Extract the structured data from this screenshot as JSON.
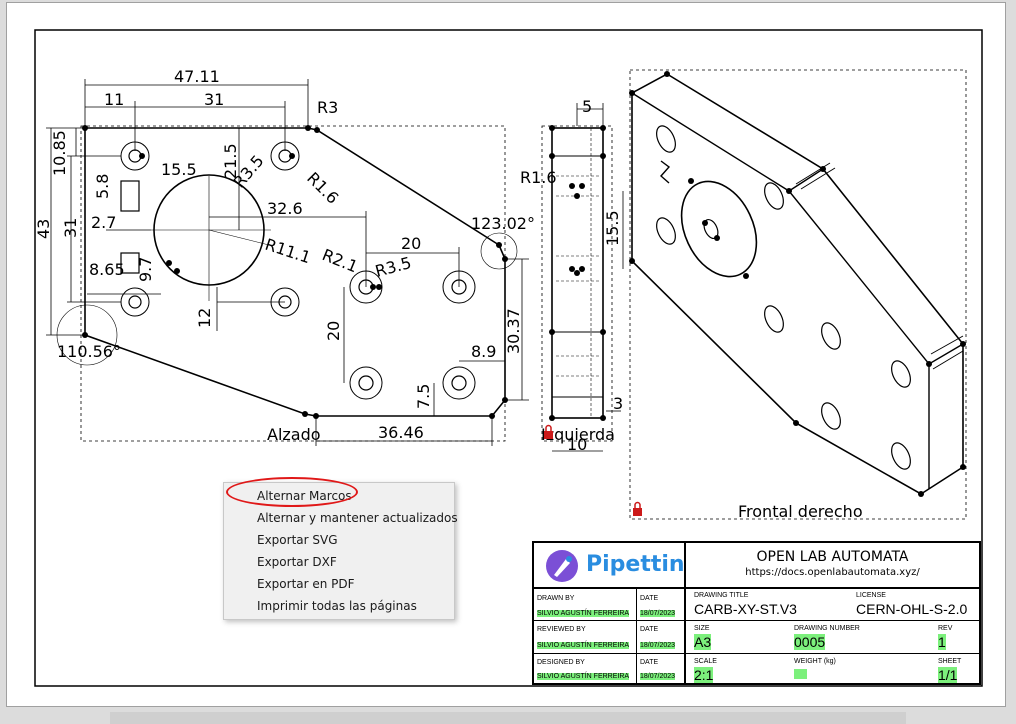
{
  "colors": {
    "menu_bg": "#f0f0f0",
    "annotation": "#e01818",
    "editable_field": "#7cf07c",
    "logo_purple": "#7b4fd6",
    "logo_blue": "#2a8de0"
  },
  "dimensions": {
    "d47_11": "47.11",
    "d11": "11",
    "d31_top": "31",
    "r3": "R3",
    "d10_85": "10.85",
    "d15_5": "15.5",
    "d21_5": "21.5",
    "r3_5_a": "R3.5",
    "r1_6_a": "R1.6",
    "d43": "43",
    "d31_left": "31",
    "d5_8": "5.8",
    "d2_7": "2.7",
    "d32_6": "32.6",
    "r11_1": "R11.1",
    "d123_02": "123.02°",
    "d20_a": "20",
    "r2_1": "R2.1",
    "r3_5_b": "R3.5",
    "d8_65": "8.65",
    "d9_7": "9.7",
    "d12": "12",
    "d20_b": "20",
    "d110_56": "110.56°",
    "d30_37": "30.37",
    "d8_9": "8.9",
    "d7_5": "7.5",
    "d36_46": "36.46",
    "d5_side": "5",
    "r1_6_side": "R1.6",
    "d15_5_side": "15.5",
    "d3_side": "3",
    "d10_side": "10"
  },
  "views": {
    "front": "Alzado",
    "left": "Izquierda",
    "iso": "Frontal derecho"
  },
  "context_menu": {
    "items": [
      "Alternar Marcos",
      "Alternar y mantener actualizados",
      "Exportar SVG",
      "Exportar DXF",
      "Exportar en PDF",
      "Imprimir todas las páginas"
    ]
  },
  "title_block": {
    "logo_text": "Pipettin",
    "org": "OPEN LAB AUTOMATA",
    "url": "https://docs.openlabautomata.xyz/",
    "drawn_by_label": "DRAWN BY",
    "drawn_by": "SILVIO AGUSTÍN FERREIRA",
    "drawn_date_label": "DATE",
    "drawn_date": "18/07/2023",
    "reviewed_by_label": "REVIEWED BY",
    "reviewed_by": "SILVIO AGUSTÍN FERREIRA",
    "reviewed_date_label": "DATE",
    "reviewed_date": "18/07/2023",
    "designed_by_label": "DESIGNED BY",
    "designed_by": "SILVIO AGUSTÍN FERREIRA",
    "designed_date_label": "DATE",
    "designed_date": "18/07/2023",
    "drawing_title_label": "DRAWING TITLE",
    "drawing_title": "CARB-XY-ST.V3",
    "license_label": "LICENSE",
    "license": "CERN-OHL-S-2.0",
    "size_label": "SIZE",
    "size": "A3",
    "drawing_number_label": "DRAWING NUMBER",
    "drawing_number": "0005",
    "rev_label": "REV",
    "rev": "1",
    "scale_label": "SCALE",
    "scale": "2:1",
    "weight_label": "WEIGHT (kg)",
    "weight": "",
    "sheet_label": "SHEET",
    "sheet": "1/1"
  }
}
